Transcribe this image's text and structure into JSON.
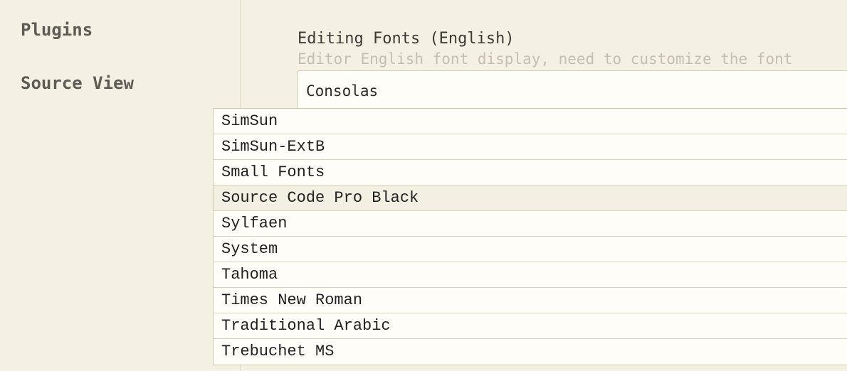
{
  "sidebar": {
    "items": [
      {
        "label": "Plugins"
      },
      {
        "label": "Source View"
      }
    ]
  },
  "setting": {
    "title": "Editing Fonts (English)",
    "description": "Editor English font display, need to customize the font",
    "value": "Consolas"
  },
  "dropdown": {
    "options": [
      "SimSun",
      "SimSun-ExtB",
      "Small Fonts",
      "Source Code Pro Black",
      "Sylfaen",
      "System",
      "Tahoma",
      "Times New Roman",
      "Traditional Arabic",
      "Trebuchet MS"
    ],
    "hovered_index": 3
  },
  "colors": {
    "background": "#f5f0e4",
    "dropdown_border": "#d4c9ae",
    "description_text": "#c6bfb1"
  }
}
